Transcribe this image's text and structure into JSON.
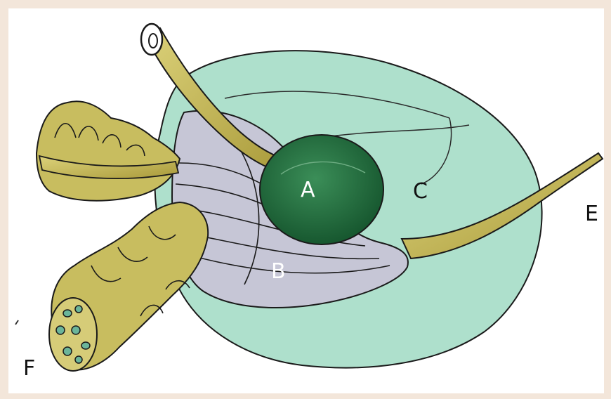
{
  "diagram": {
    "labels": {
      "a": "A",
      "b": "B",
      "c": "C",
      "e": "E",
      "f": "F"
    },
    "colors": {
      "page_border": "#f3e6da",
      "gland_fill": "#aee0cc",
      "bladder_fill": "#c6c6d6",
      "nodule_fill": "#1f6b3c",
      "duct_fill": "#c9bd5e",
      "outline": "#1a1a1a"
    }
  }
}
